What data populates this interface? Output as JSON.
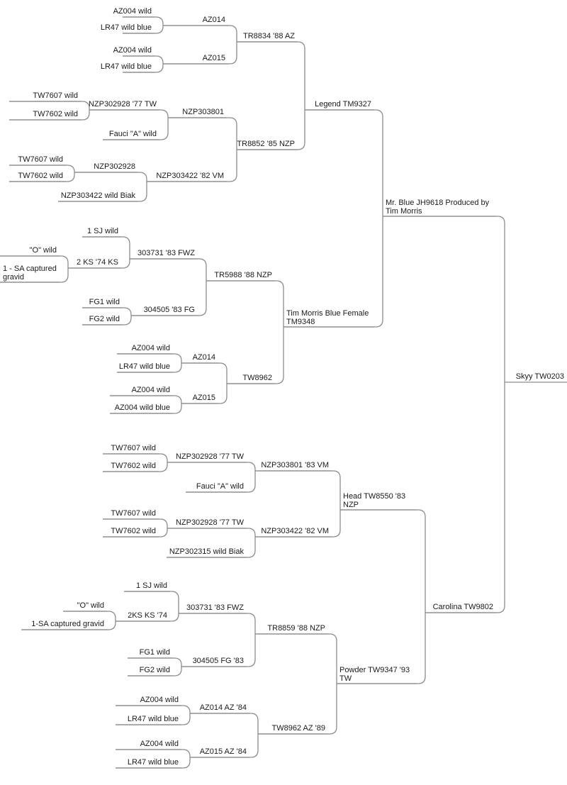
{
  "tree": {
    "label": "Skyy TW0203",
    "children": [
      {
        "label": [
          "Mr. Blue JH9618 Produced by",
          "Tim Morris"
        ],
        "children": [
          {
            "label": "Legend TM9327",
            "children": [
              {
                "label": "TR8834 '88 AZ",
                "children": [
                  {
                    "label": "AZ014",
                    "children": [
                      {
                        "label": "AZ004 wild"
                      },
                      {
                        "label": "LR47 wild blue"
                      }
                    ]
                  },
                  {
                    "label": "AZ015",
                    "children": [
                      {
                        "label": "AZ004 wild"
                      },
                      {
                        "label": "LR47 wild blue"
                      }
                    ]
                  }
                ]
              },
              {
                "label": "TR8852 '85 NZP",
                "children": [
                  {
                    "label": "NZP303801",
                    "children": [
                      {
                        "label": "NZP302928 '77 TW",
                        "children": [
                          {
                            "label": "TW7607 wild"
                          },
                          {
                            "label": "TW7602 wild"
                          }
                        ]
                      },
                      {
                        "label": "Fauci \"A\" wild"
                      }
                    ]
                  },
                  {
                    "label": "NZP303422 '82 VM",
                    "children": [
                      {
                        "label": "NZP302928",
                        "children": [
                          {
                            "label": "TW7607 wild"
                          },
                          {
                            "label": "TW7602 wild"
                          }
                        ]
                      },
                      {
                        "label": "NZP303422 wild Biak"
                      }
                    ]
                  }
                ]
              }
            ]
          },
          {
            "label": [
              "Tim Morris Blue Female",
              "TM9348"
            ],
            "children": [
              {
                "label": "TR5988 '88 NZP",
                "children": [
                  {
                    "label": "303731 '83 FWZ",
                    "children": [
                      {
                        "label": "1 SJ wild"
                      },
                      {
                        "label": "2 KS '74 KS",
                        "children": [
                          {
                            "label": "\"O\" wild"
                          },
                          {
                            "label": [
                              "1 - SA captured",
                              "gravid"
                            ]
                          }
                        ]
                      }
                    ]
                  },
                  {
                    "label": "304505 '83 FG",
                    "children": [
                      {
                        "label": "FG1 wild"
                      },
                      {
                        "label": "FG2 wild"
                      }
                    ]
                  }
                ]
              },
              {
                "label": "TW8962",
                "children": [
                  {
                    "label": "AZ014",
                    "children": [
                      {
                        "label": "AZ004 wild"
                      },
                      {
                        "label": "LR47 wild blue"
                      }
                    ]
                  },
                  {
                    "label": "AZ015",
                    "children": [
                      {
                        "label": "AZ004 wild"
                      },
                      {
                        "label": "AZ004 wild blue"
                      }
                    ]
                  }
                ]
              }
            ]
          }
        ]
      },
      {
        "label": "Carolina TW9802",
        "children": [
          {
            "label": [
              "Head TW8550 '83",
              "NZP"
            ],
            "children": [
              {
                "label": "NZP303801 '83 VM",
                "children": [
                  {
                    "label": "NZP302928 '77 TW",
                    "children": [
                      {
                        "label": "TW7607 wild"
                      },
                      {
                        "label": "TW7602 wild"
                      }
                    ]
                  },
                  {
                    "label": "Fauci \"A\" wild"
                  }
                ]
              },
              {
                "label": "NZP303422 '82 VM",
                "children": [
                  {
                    "label": "NZP302928 '77 TW",
                    "children": [
                      {
                        "label": "TW7607 wild"
                      },
                      {
                        "label": "TW7602 wild"
                      }
                    ]
                  },
                  {
                    "label": "NZP302315 wild Biak"
                  }
                ]
              }
            ]
          },
          {
            "label": [
              "Powder TW9347 '93",
              "TW"
            ],
            "children": [
              {
                "label": "TR8859 '88 NZP",
                "children": [
                  {
                    "label": "303731 '83 FWZ",
                    "children": [
                      {
                        "label": "1 SJ wild"
                      },
                      {
                        "label": "2KS KS '74",
                        "children": [
                          {
                            "label": "\"O\" wild"
                          },
                          {
                            "label": "1-SA captured gravid"
                          }
                        ]
                      }
                    ]
                  },
                  {
                    "label": "304505 FG '83",
                    "children": [
                      {
                        "label": "FG1 wild"
                      },
                      {
                        "label": "FG2 wild"
                      }
                    ]
                  }
                ]
              },
              {
                "label": "TW8962 AZ '89",
                "children": [
                  {
                    "label": "AZ014 AZ '84",
                    "children": [
                      {
                        "label": "AZ004 wild"
                      },
                      {
                        "label": "LR47 wild blue"
                      }
                    ]
                  },
                  {
                    "label": "AZ015 AZ '84",
                    "children": [
                      {
                        "label": "AZ004 wild"
                      },
                      {
                        "label": "LR47 wild blue"
                      }
                    ]
                  }
                ]
              }
            ]
          }
        ]
      }
    ]
  }
}
